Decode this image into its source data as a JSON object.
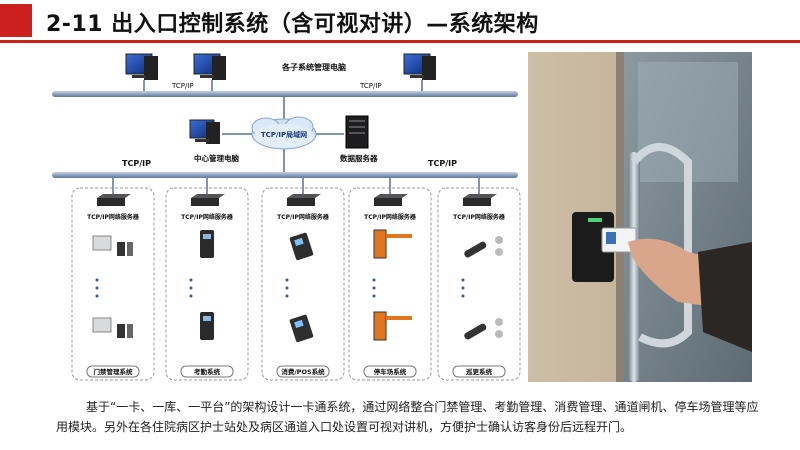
{
  "slide": {
    "title": "2-11 出入口控制系统（含可视对讲）—系统架构",
    "accent_color": "#cc1f1f"
  },
  "diagram": {
    "top_label": "各子系统管理电脑",
    "tcpip_top_left": "TCP/IP",
    "tcpip_top_right": "TCP/IP",
    "cloud_label": "TCP/IP局域网",
    "center_pc_label": "中心管理电脑",
    "db_server_label": "数据服务器",
    "tcpip_mid_left": "TCP/IP",
    "tcpip_mid_right": "TCP/IP",
    "server_label": "TCP/IP网络服务器",
    "subsystems": [
      {
        "name": "门禁管理系统"
      },
      {
        "name": "考勤系统"
      },
      {
        "name": "消费/POS系统"
      },
      {
        "name": "停车场系统"
      },
      {
        "name": "巡更系统"
      }
    ]
  },
  "caption": {
    "line1": "基于“一卡、一库、一平台”的架构设计一卡通系统，通过网络整合门禁管理、考勤管理、消费管理、通道闸机、停车场管理等应",
    "line2": "用模块。另外在各住院病区护士站处及病区通道入口处设置可视对讲机，方便护士确认访客身份后远程开门。"
  }
}
